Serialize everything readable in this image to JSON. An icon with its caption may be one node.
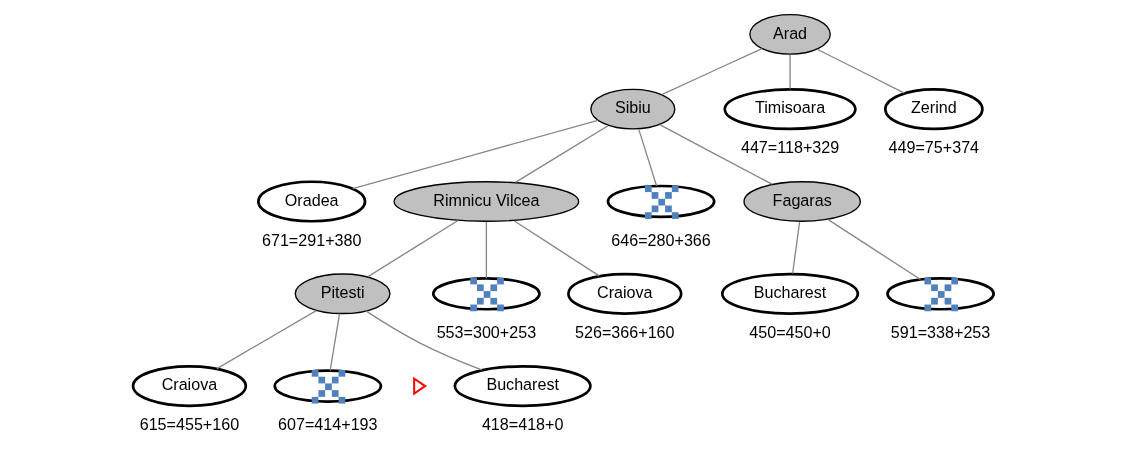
{
  "diagram": {
    "nodes": [
      {
        "text": [
          "Arad"
        ]
      },
      {
        "text": [
          "Sibiu"
        ]
      },
      {
        "text": [
          "Timisoara"
        ],
        "beside": [
          "447=118+329"
        ]
      },
      {
        "text": [
          "Zerind"
        ],
        "beside": [
          "449=75+374"
        ]
      },
      {
        "text": [],
        "shape": "ellipse",
        "beside": [
          "646=280+366"
        ]
      },
      {
        "text": [
          "Fagaras"
        ]
      },
      {
        "text": [
          "Oradea"
        ],
        "beside": [
          "671=291+380"
        ]
      },
      {
        "text": [
          "Rimnicu Vilcea"
        ]
      },
      {
        "text": [],
        "shape": "ellipse",
        "beside": [
          "591=338+253"
        ]
      },
      {
        "text": [
          "Bucharest"
        ],
        "beside": [
          "450=450+0"
        ]
      },
      {
        "text": [
          "Craiova"
        ],
        "beside": [
          "526=366+160"
        ]
      },
      {
        "text": [
          "Pitesti"
        ]
      },
      {
        "text": [],
        "shape": "ellipse",
        "beside": [
          "553=300+253"
        ]
      },
      {
        "text": [
          "Bucharest"
        ],
        "beside": [
          "418=418+0"
        ]
      },
      {
        "text": [
          "Craiova"
        ],
        "beside": [
          "615=455+160"
        ]
      },
      {
        "text": [],
        "shape": "ellipse",
        "beside": [
          "607=414+193"
        ]
      }
    ],
    "edges": [
      {
        "from": 0,
        "to": 1,
        "arrow": "none"
      },
      {
        "from": 0,
        "to": 2,
        "arrow": "none"
      },
      {
        "from": 0,
        "to": 3,
        "arrow": "none"
      },
      {
        "from": 1,
        "to": 4,
        "arrow": "none"
      },
      {
        "from": 1,
        "to": 5,
        "arrow": "none"
      },
      {
        "from": 1,
        "to": 6,
        "arrow": "none"
      },
      {
        "from": 1,
        "to": 7,
        "arrow": "none"
      },
      {
        "from": 5,
        "to": 8,
        "arrow": "none"
      },
      {
        "from": 5,
        "to": 9,
        "arrow": "none"
      },
      {
        "from": 7,
        "to": 10,
        "arrow": "none"
      },
      {
        "from": 7,
        "to": 11,
        "arrow": "none"
      },
      {
        "from": 7,
        "to": 12,
        "arrow": "none"
      },
      {
        "from": 11,
        "to": 13,
        "arrow": "none"
      },
      {
        "from": 11,
        "to": 14,
        "arrow": "none"
      },
      {
        "from": 11,
        "to": 15,
        "arrow": "none"
      }
    ]
  }
}
